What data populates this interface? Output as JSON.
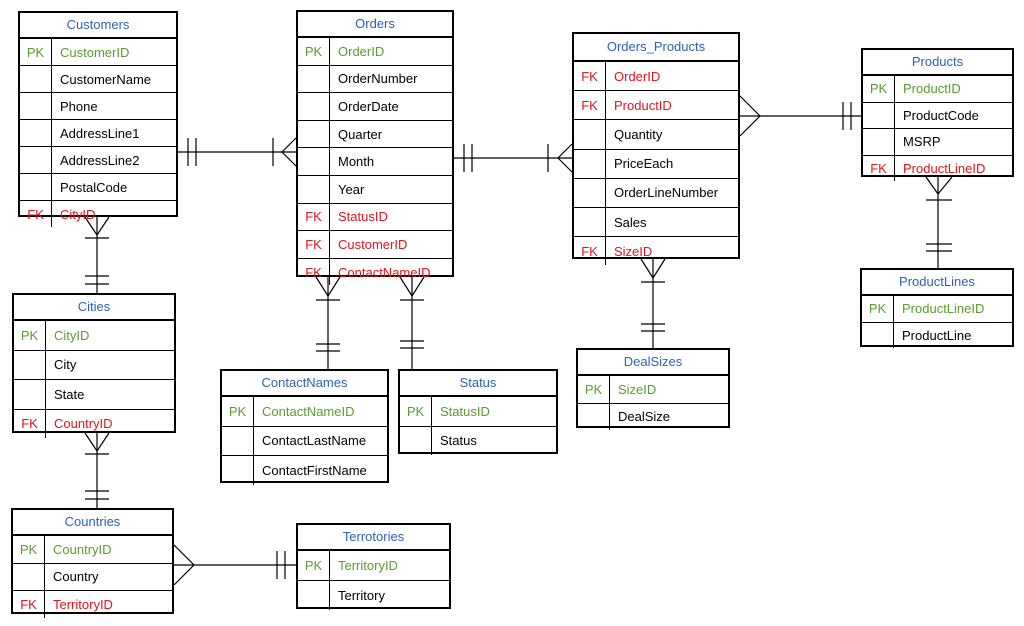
{
  "colors": {
    "title": "#2e5fb8",
    "pk": "#5a9b2f",
    "fk": "#e0141c",
    "line": "#000000"
  },
  "entities": {
    "customers": {
      "title": "Customers",
      "rows": [
        {
          "key": "PK",
          "name": "CustomerID"
        },
        {
          "key": "",
          "name": "CustomerName"
        },
        {
          "key": "",
          "name": "Phone"
        },
        {
          "key": "",
          "name": "AddressLine1"
        },
        {
          "key": "",
          "name": "AddressLine2"
        },
        {
          "key": "",
          "name": "PostalCode"
        },
        {
          "key": "FK",
          "name": "CityID"
        }
      ]
    },
    "orders": {
      "title": "Orders",
      "rows": [
        {
          "key": "PK",
          "name": "OrderID"
        },
        {
          "key": "",
          "name": "OrderNumber"
        },
        {
          "key": "",
          "name": "OrderDate"
        },
        {
          "key": "",
          "name": "Quarter"
        },
        {
          "key": "",
          "name": "Month"
        },
        {
          "key": "",
          "name": "Year"
        },
        {
          "key": "FK",
          "name": "StatusID"
        },
        {
          "key": "FK",
          "name": "CustomerID"
        },
        {
          "key": "FK",
          "name": "ContactNameID"
        }
      ]
    },
    "orders_products": {
      "title": "Orders_Products",
      "rows": [
        {
          "key": "FK",
          "name": "OrderID"
        },
        {
          "key": "FK",
          "name": "ProductID"
        },
        {
          "key": "",
          "name": "Quantity"
        },
        {
          "key": "",
          "name": "PriceEach"
        },
        {
          "key": "",
          "name": "OrderLineNumber"
        },
        {
          "key": "",
          "name": "Sales"
        },
        {
          "key": "FK",
          "name": "SizeID"
        }
      ]
    },
    "products": {
      "title": "Products",
      "rows": [
        {
          "key": "PK",
          "name": "ProductID"
        },
        {
          "key": "",
          "name": "ProductCode"
        },
        {
          "key": "",
          "name": "MSRP"
        },
        {
          "key": "FK",
          "name": "ProductLineID"
        }
      ]
    },
    "productlines": {
      "title": "ProductLines",
      "rows": [
        {
          "key": "PK",
          "name": "ProductLineID"
        },
        {
          "key": "",
          "name": "ProductLine"
        }
      ]
    },
    "cities": {
      "title": "Cities",
      "rows": [
        {
          "key": "PK",
          "name": "CityID"
        },
        {
          "key": "",
          "name": "City"
        },
        {
          "key": "",
          "name": "State"
        },
        {
          "key": "FK",
          "name": "CountryID"
        }
      ]
    },
    "contactnames": {
      "title": "ContactNames",
      "rows": [
        {
          "key": "PK",
          "name": "ContactNameID"
        },
        {
          "key": "",
          "name": "ContactLastName"
        },
        {
          "key": "",
          "name": "ContactFirstName"
        }
      ]
    },
    "status": {
      "title": "Status",
      "rows": [
        {
          "key": "PK",
          "name": "StatusID"
        },
        {
          "key": "",
          "name": "Status"
        }
      ]
    },
    "dealsizes": {
      "title": "DealSizes",
      "rows": [
        {
          "key": "PK",
          "name": "SizeID"
        },
        {
          "key": "",
          "name": "DealSize"
        }
      ]
    },
    "countries": {
      "title": "Countries",
      "rows": [
        {
          "key": "PK",
          "name": "CountryID"
        },
        {
          "key": "",
          "name": "Country"
        },
        {
          "key": "FK",
          "name": "TerritoryID"
        }
      ]
    },
    "terrotories": {
      "title": "Terrotories",
      "rows": [
        {
          "key": "PK",
          "name": "TerritoryID"
        },
        {
          "key": "",
          "name": "Territory"
        }
      ]
    }
  }
}
